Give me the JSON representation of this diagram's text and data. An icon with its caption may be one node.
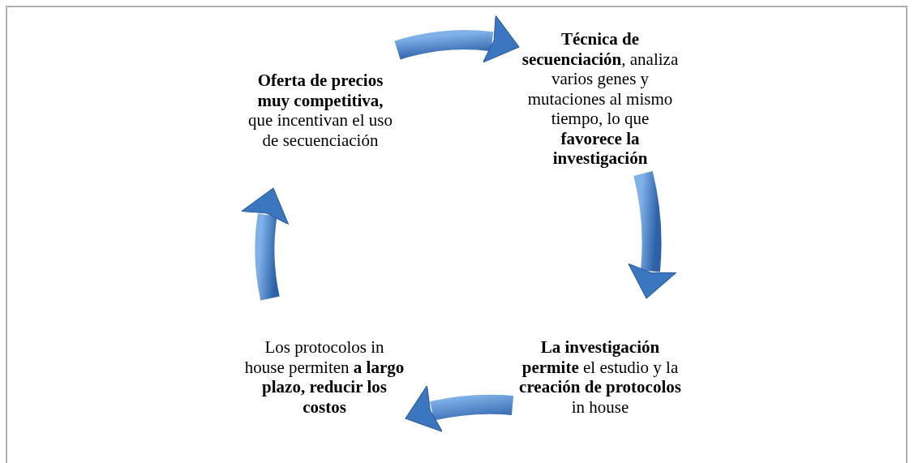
{
  "diagram": {
    "nodes": [
      {
        "text": [
          "**Oferta de precios muy competitiva,** que incentivan el uso de secuenciación"
        ]
      },
      {
        "text": [
          "**Técnica de secuenciación**, analiza varios genes y mutaciones al mismo tiempo, lo que **favorece la investigación**"
        ]
      },
      {
        "text": [
          "**La investigación permite** el estudio y la **creación de protocolos** in house"
        ]
      },
      {
        "text": [
          "Los protocolos in house permiten **a largo plazo, reducir los costos**"
        ]
      }
    ],
    "edges": [
      {
        "from": 0,
        "to": 1,
        "arrow": "to"
      },
      {
        "from": 1,
        "to": 2,
        "arrow": "to"
      },
      {
        "from": 2,
        "to": 3,
        "arrow": "to"
      },
      {
        "from": 3,
        "to": 0,
        "arrow": "to"
      }
    ]
  }
}
